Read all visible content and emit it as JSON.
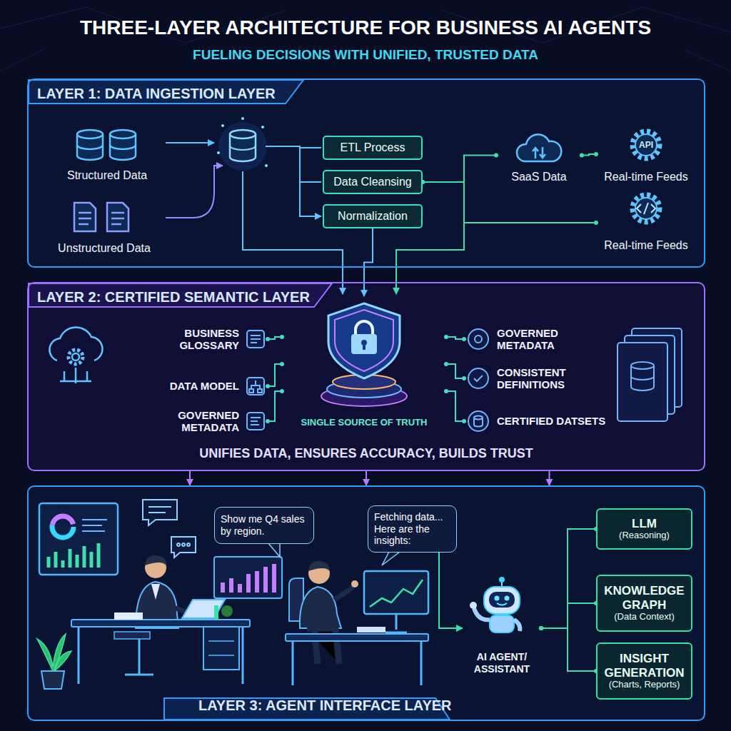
{
  "diagram": {
    "title": "THREE-LAYER ARCHITECTURE FOR BUSINESS AI AGENTS",
    "caption": "FUELING DECISIONS WITH UNIFIED, TRUSTED DATA",
    "nodes": [
      {
        "text": [
          "LAYER 1: DATA INGESTION LAYER"
        ]
      },
      {
        "text": [
          "Structured Data"
        ],
        "in": 0
      },
      {
        "text": [
          "Unstructured Data"
        ],
        "in": 0
      },
      {
        "text": [
          "ETL Process"
        ],
        "in": 0
      },
      {
        "text": [
          "Data Cleansing"
        ],
        "in": 0
      },
      {
        "text": [
          "Normalization"
        ],
        "in": 0
      },
      {
        "text": [
          "SaaS Data"
        ],
        "in": 0
      },
      {
        "text": [
          "Real-time Feeds"
        ],
        "in": 0
      },
      {
        "text": [
          "Real-time Feeds"
        ],
        "in": 0
      },
      {
        "text": [
          "LAYER 2: CERTIFIED SEMANTIC LAYER",
          "UNIFIES DATA, ENSURES ACCURACY, BUILDS TRUST"
        ]
      },
      {
        "text": [
          "BUSINESS GLOSSARY"
        ],
        "in": 9
      },
      {
        "text": [
          "DATA MODEL"
        ],
        "in": 9
      },
      {
        "text": [
          "GOVERNED METADATA"
        ],
        "in": 9
      },
      {
        "text": [
          "SINGLE SOURCE OF TRUTH"
        ],
        "in": 9
      },
      {
        "text": [
          "GOVERNED METADATA"
        ],
        "in": 9
      },
      {
        "text": [
          "CONSISTENT DEFINITIONS"
        ],
        "in": 9
      },
      {
        "text": [
          "CERTIFIED DATSETS"
        ],
        "in": 9
      },
      {
        "text": [
          "LAYER 3: AGENT INTERFACE LAYER"
        ]
      },
      {
        "text": [
          "Show me Q4 sales by region."
        ],
        "in": 17
      },
      {
        "text": [
          "Fetching data... Here are the insights:"
        ],
        "in": 17
      },
      {
        "text": [
          "AI AGENT/ ASSISTANT"
        ],
        "in": 17
      },
      {
        "text": [
          "LLM",
          "(Reasoning)"
        ],
        "in": 17
      },
      {
        "text": [
          "KNOWLEDGE GRAPH",
          "(Data Context)"
        ],
        "in": 17
      },
      {
        "text": [
          "INSIGHT GENERATION",
          "(Charts, Reports)"
        ],
        "in": 17
      }
    ],
    "edges": [
      {
        "from": 4,
        "to": 6,
        "arrow": "none"
      },
      {
        "from": 4,
        "to": 8,
        "arrow": "none"
      },
      {
        "from": 6,
        "to": 7,
        "arrow": "none"
      },
      {
        "from": 5,
        "to": 13,
        "arrow": "to"
      },
      {
        "from": 10,
        "to": 13,
        "arrow": "none"
      },
      {
        "from": 11,
        "to": 13,
        "arrow": "none"
      },
      {
        "from": 12,
        "to": 13,
        "arrow": "none"
      },
      {
        "from": 13,
        "to": 14,
        "arrow": "none"
      },
      {
        "from": 13,
        "to": 15,
        "arrow": "none"
      },
      {
        "from": 13,
        "to": 16,
        "arrow": "none"
      },
      {
        "from": 9,
        "to": 17,
        "arrow": "to"
      },
      {
        "from": 9,
        "to": 17,
        "arrow": "to"
      },
      {
        "from": 9,
        "to": 17,
        "arrow": "to"
      },
      {
        "from": 19,
        "to": 20,
        "arrow": "to"
      },
      {
        "from": 20,
        "to": 21,
        "arrow": "none"
      },
      {
        "from": 20,
        "to": 22,
        "arrow": "none"
      },
      {
        "from": 20,
        "to": 23,
        "arrow": "none"
      }
    ],
    "labels": [
      "API"
    ]
  }
}
